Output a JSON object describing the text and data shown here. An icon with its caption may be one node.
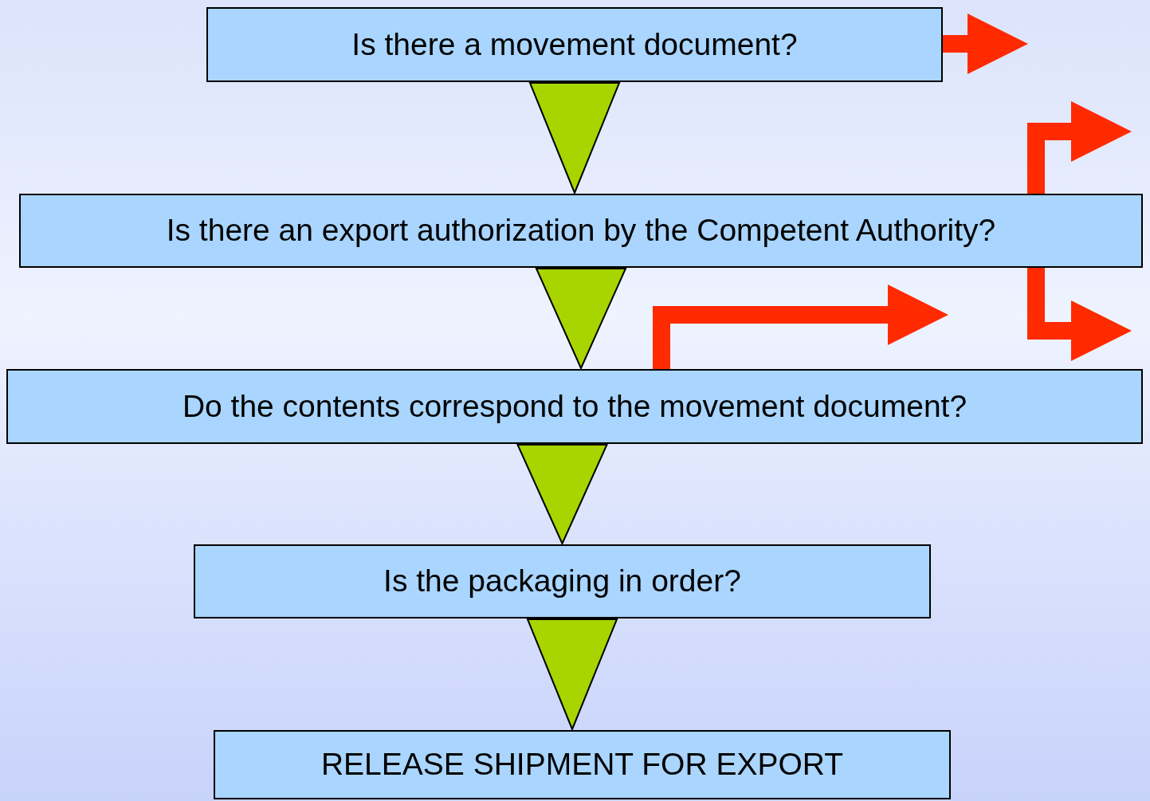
{
  "diagram": {
    "nodes": [
      {
        "text": [
          "Is there a movement document?"
        ]
      },
      {
        "text": [
          "Is there an export authorization by the Competent Authority?"
        ]
      },
      {
        "text": [
          "Do the contents correspond to the movement document?"
        ]
      },
      {
        "text": [
          "Is the packaging in order?"
        ]
      },
      {
        "text": [
          "RELEASE SHIPMENT FOR EXPORT"
        ]
      }
    ],
    "edges": [
      {
        "from": 0,
        "to": 1,
        "arrow": "to"
      },
      {
        "from": 1,
        "to": 2,
        "arrow": "to"
      },
      {
        "from": 2,
        "to": 3,
        "arrow": "to"
      },
      {
        "from": 3,
        "to": 4,
        "arrow": "to"
      }
    ]
  }
}
